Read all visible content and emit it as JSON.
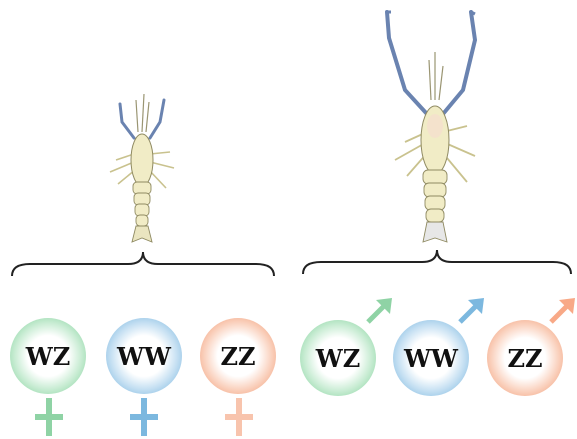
{
  "groups": [
    {
      "genotypes": [
        {
          "label": "WZ",
          "color": "#6cc98a"
        },
        {
          "label": "WW",
          "color": "#5fa8d8"
        },
        {
          "label": "ZZ",
          "color": "#f08a5d"
        }
      ],
      "sex_symbol": "female-symbol"
    },
    {
      "genotypes": [
        {
          "label": "WZ",
          "color": "#6cc98a"
        },
        {
          "label": "WW",
          "color": "#5fa8d8"
        },
        {
          "label": "ZZ",
          "color": "#f08a5d"
        }
      ],
      "sex_symbol": "male-symbol"
    }
  ],
  "colors": {
    "brace": "#222222",
    "prawn_body": "#f1ecc6",
    "prawn_outline": "#8f8a62",
    "claw_blue": "#6a83b0"
  }
}
